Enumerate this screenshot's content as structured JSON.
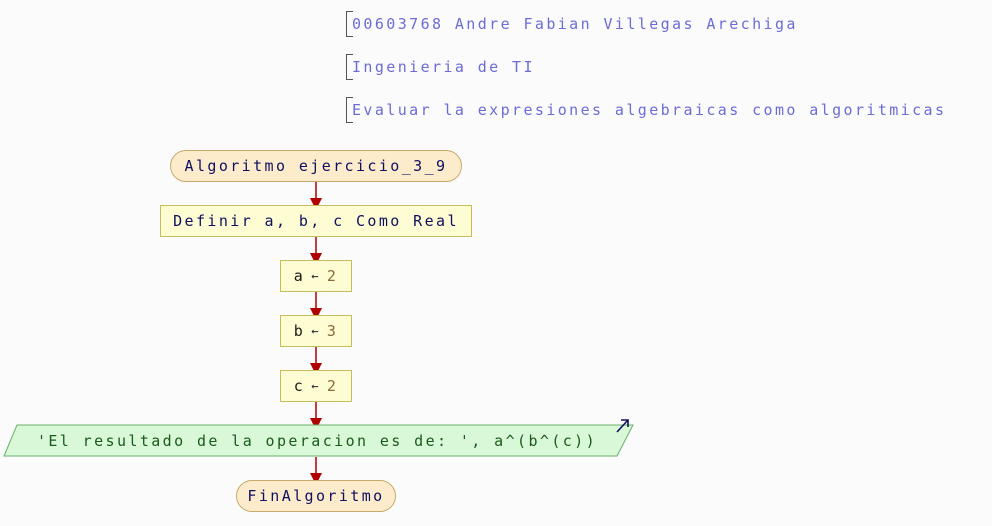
{
  "comments": [
    "00603768 Andre Fabian Villegas Arechiga",
    "Ingenieria de TI",
    "Evaluar la expresiones algebraicas como algoritmicas"
  ],
  "flow": {
    "start": "Algoritmo ejercicio_3_9",
    "define": "Definir a, b, c Como Real",
    "assignments": [
      {
        "var": "a",
        "arrow": "←",
        "value": "2"
      },
      {
        "var": "b",
        "arrow": "←",
        "value": "3"
      },
      {
        "var": "c",
        "arrow": "←",
        "value": "2"
      }
    ],
    "output": "'El resultado de la operacion es de: ', a^(b^(c))",
    "end": "FinAlgoritmo"
  },
  "colors": {
    "terminal_fill": "#fdeccb",
    "process_fill": "#fdfcd2",
    "output_fill": "#d8f8d8",
    "arrow": "#b00000",
    "comment_text": "#6c6cd6"
  }
}
